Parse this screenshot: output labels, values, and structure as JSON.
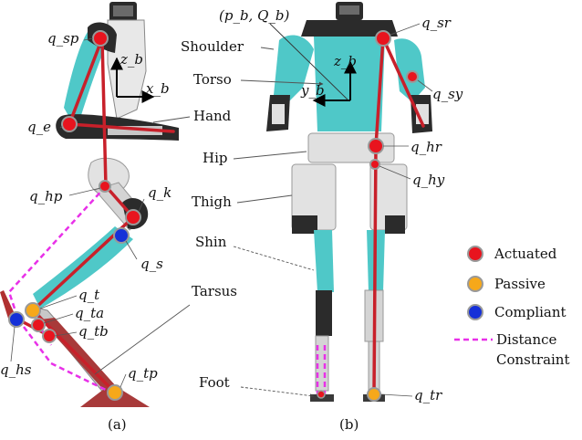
{
  "colors": {
    "actuated": "#e8141e",
    "passive": "#f6a81a",
    "compliant": "#1530d8",
    "constraint": "#e830e8",
    "link": "#c8202a",
    "teal": "#4fc8c8",
    "dark": "#2b2b2b",
    "silver": "#d8d8d8",
    "foot": "#a83a3a"
  },
  "panel_a": {
    "caption": "(a)",
    "frame_z": "z_b",
    "frame_x": "x_b",
    "joints": {
      "sp": "q_sp",
      "e": "q_e",
      "hp": "q_hp",
      "k": "q_k",
      "s": "q_s",
      "t": "q_t",
      "ta": "q_ta",
      "tb": "q_tb",
      "hs": "q_hs",
      "tp": "q_tp"
    }
  },
  "panel_b": {
    "caption": "(b)",
    "base_pose": "(p_b, Q_b)",
    "frame_z": "z_b",
    "frame_y": "y_b",
    "joints": {
      "sr": "q_sr",
      "sy": "q_sy",
      "hr": "q_hr",
      "hy": "q_hy",
      "tr": "q_tr"
    }
  },
  "part_labels": {
    "hand": "Hand",
    "shoulder": "Shoulder",
    "torso": "Torso",
    "hip": "Hip",
    "thigh": "Thigh",
    "shin": "Shin",
    "tarsus": "Tarsus",
    "foot": "Foot"
  },
  "legend": {
    "actuated": "Actuated",
    "passive": "Passive",
    "compliant": "Compliant",
    "constraint_line1": "Distance",
    "constraint_line2": "Constraint"
  }
}
